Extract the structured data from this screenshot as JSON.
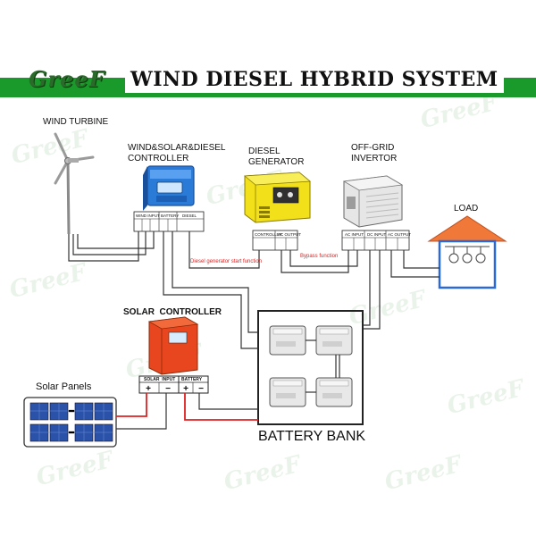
{
  "header": {
    "logo": "GreeF",
    "title": "WIND DIESEL HYBRID SYSTEM",
    "band_color": "#1a9a2a"
  },
  "watermark": "GreeF",
  "components": {
    "wind_turbine": "WIND TURBINE",
    "controller": "WIND&SOLAR&DIESEL\nCONTROLLER",
    "diesel_generator": "DIESEL\nGENERATOR",
    "inverter": "OFF-GRID\nINVERTOR",
    "load": "LOAD",
    "solar_controller": "SOLAR  CONTROLLER",
    "solar_panels": "Solar Panels",
    "battery_bank": "BATTERY BANK"
  },
  "terminals": {
    "wind_input": "WIND INPUT",
    "battery": "BATTERY",
    "diesel": "DIESEL",
    "controller": "CONTROLLER",
    "ac_output": "AC OUTPUT",
    "ac_input": "AC INPUT",
    "dc_input": "DC INPUT",
    "solar_input": "SOLAR  INPUT",
    "plus": "+",
    "minus": "−"
  },
  "annotations": {
    "diesel_start": "Diesel generator start function",
    "bypass": "Bypass function"
  },
  "colors": {
    "wire": "#333333",
    "positive_wire": "#e02020",
    "annotation": "#e02020",
    "controller_blue": "#2a7ad8",
    "generator_yellow": "#f2e01a",
    "solar_controller_red": "#e8461e",
    "inverter_grey": "#e6e6e6",
    "load_roof": "#f07838",
    "load_walls": "#2a6ad8"
  }
}
